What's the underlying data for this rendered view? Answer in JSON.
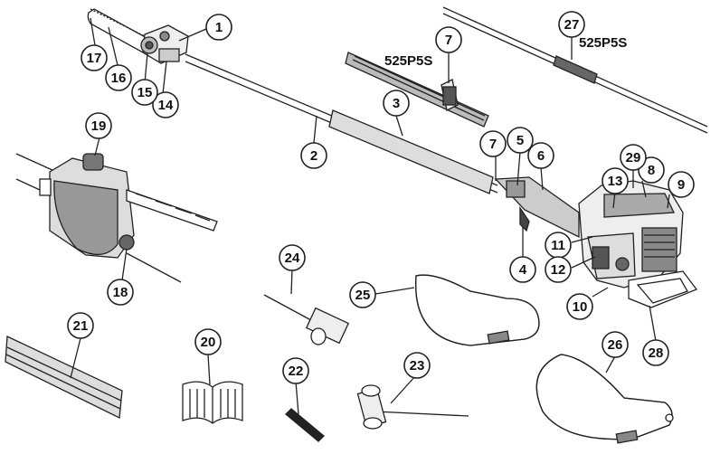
{
  "diagram": {
    "model_labels": [
      "525P5S",
      "525P5S"
    ],
    "callouts": [
      "1",
      "2",
      "3",
      "4",
      "5",
      "6",
      "7",
      "7",
      "8",
      "9",
      "10",
      "11",
      "12",
      "13",
      "14",
      "15",
      "16",
      "17",
      "18",
      "19",
      "20",
      "21",
      "22",
      "23",
      "24",
      "25",
      "26",
      "27",
      "28",
      "29"
    ]
  }
}
